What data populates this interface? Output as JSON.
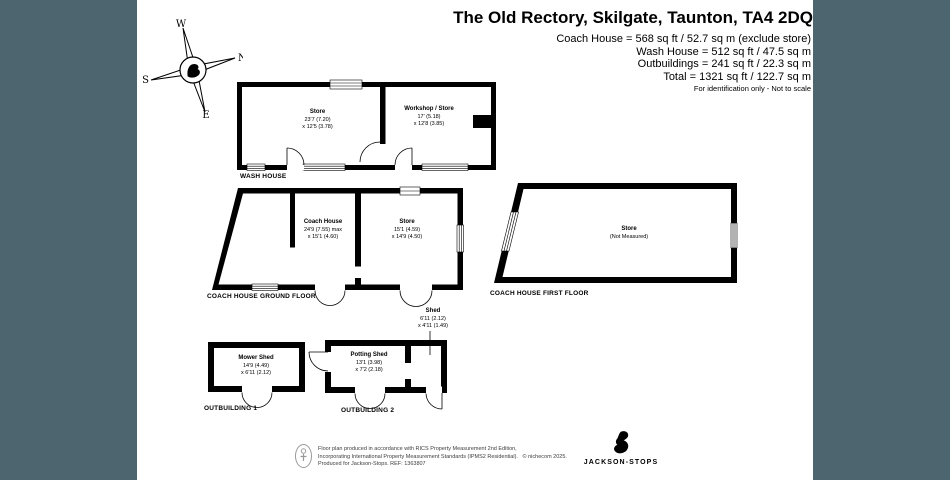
{
  "page": {
    "background_color": "#4d656e",
    "paper_color": "#ffffff"
  },
  "header": {
    "title": "The Old Rectory, Skilgate, Taunton, TA4 2DQ",
    "area_lines": [
      "Coach House = 568 sq ft / 52.7 sq m (exclude store)",
      "Wash House = 512 sq ft / 47.5 sq m",
      "Outbuildings = 241 sq ft / 22.3 sq m",
      "Total = 1321 sq ft / 122.7 sq m"
    ],
    "disclaimer": "For identification only - Not to scale"
  },
  "compass": {
    "n": "N",
    "s": "S",
    "e": "E",
    "w": "W"
  },
  "plans": {
    "wash_house": {
      "label": "WASH HOUSE",
      "rooms": [
        {
          "name": "Store",
          "dim1": "23'7 (7.20)",
          "dim2": "x 12'5 (3.78)"
        },
        {
          "name": "Workshop / Store",
          "dim1": "17' (5.18)",
          "dim2": "x 12'8 (3.85)"
        }
      ]
    },
    "coach_house_ground": {
      "label": "COACH HOUSE GROUND FLOOR",
      "rooms": [
        {
          "name": "Coach House",
          "dim1": "24'9 (7.55) max",
          "dim2": "x 15'1 (4.60)"
        },
        {
          "name": "Store",
          "dim1": "15'1 (4.59)",
          "dim2": "x 14'9 (4.50)"
        }
      ]
    },
    "coach_house_first": {
      "label": "COACH HOUSE FIRST FLOOR",
      "rooms": [
        {
          "name": "Store",
          "dim1": "(Not Measured)"
        }
      ]
    },
    "outbuilding_1": {
      "label": "OUTBUILDING 1",
      "rooms": [
        {
          "name": "Mower Shed",
          "dim1": "14'9 (4.49)",
          "dim2": "x 6'11 (2.12)"
        }
      ]
    },
    "outbuilding_2": {
      "label": "OUTBUILDING 2",
      "rooms": [
        {
          "name": "Potting Shed",
          "dim1": "13'1 (3.98)",
          "dim2": "x 7'2 (2.18)"
        },
        {
          "name": "Shed",
          "dim1": "6'11 (2.12)",
          "dim2": "x 4'11 (1.49)"
        }
      ]
    }
  },
  "footer": {
    "line1": "Floor plan produced in accordance with RICS Property Measurement 2nd Edition,",
    "line2": "Incorporating International Property Measurement Standards (IPMS2 Residential).",
    "copyright": "© nichecom 2025.",
    "line3": "Produced for Jackson-Stops.   REF:  1363807",
    "brand": "JACKSON-STOPS"
  }
}
